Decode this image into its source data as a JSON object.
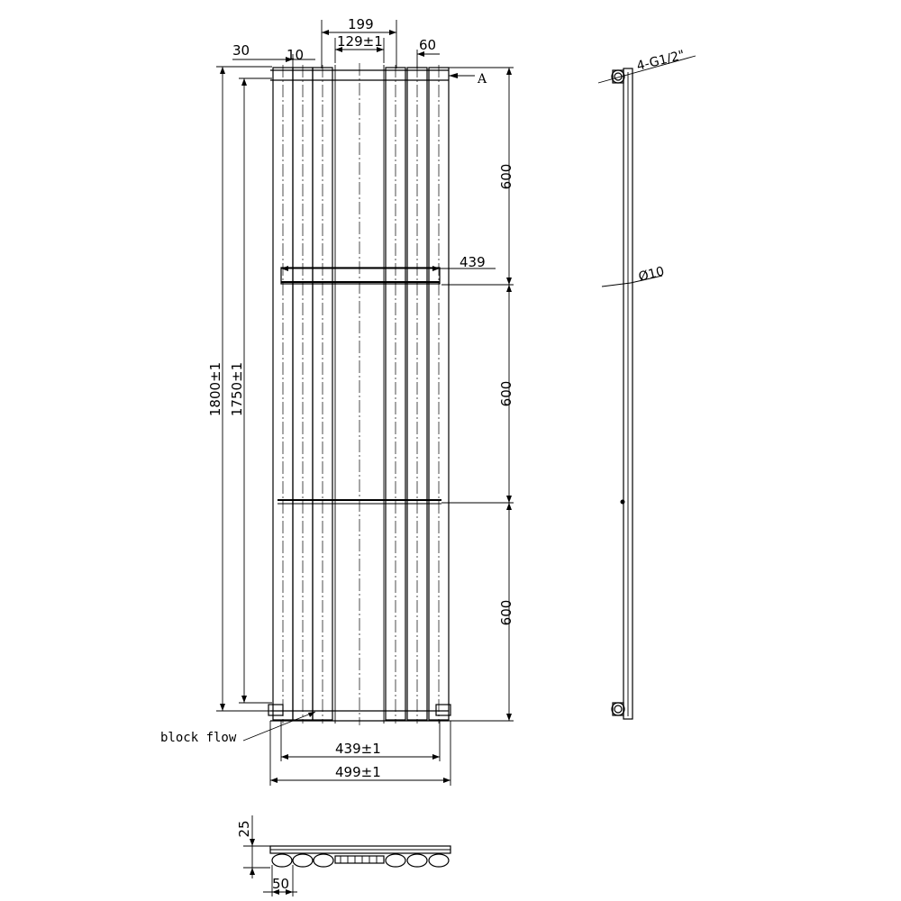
{
  "dimensions": {
    "width_199": "199",
    "gap_129": "129±1",
    "left_30": "30",
    "tube_10": "10",
    "right_60": "60",
    "section_a": "A",
    "spacing_top": "600",
    "spacing_middle": "600",
    "spacing_bottom": "600",
    "bar_width": "439",
    "height_total": "1800±1",
    "height_centers": "1750±1",
    "width_centers": "439±1",
    "width_total": "499±1",
    "depth": "25",
    "tube_pitch": "50"
  },
  "side_view": {
    "connection": "4-G1/2\"",
    "rod_diameter": "Ø10"
  },
  "notes": {
    "block_flow": "block flow"
  }
}
